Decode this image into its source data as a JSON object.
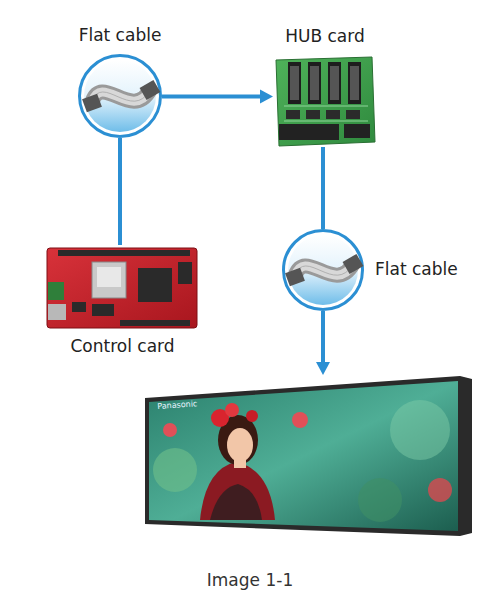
{
  "diagram": {
    "caption": "Image 1-1",
    "nodes": [
      {
        "text": [
          "Flat cable"
        ]
      },
      {
        "text": [
          "HUB card"
        ]
      },
      {
        "text": [
          "Control card"
        ]
      },
      {
        "text": [
          "Flat cable"
        ]
      },
      {
        "text": [
          "Panasonic"
        ]
      }
    ],
    "edges": [
      {
        "from": 2,
        "to": 0,
        "arrow": "none"
      },
      {
        "from": 0,
        "to": 1,
        "arrow": "to"
      },
      {
        "from": 1,
        "to": 3,
        "arrow": "none"
      },
      {
        "from": 3,
        "to": 4,
        "arrow": "to"
      }
    ]
  }
}
